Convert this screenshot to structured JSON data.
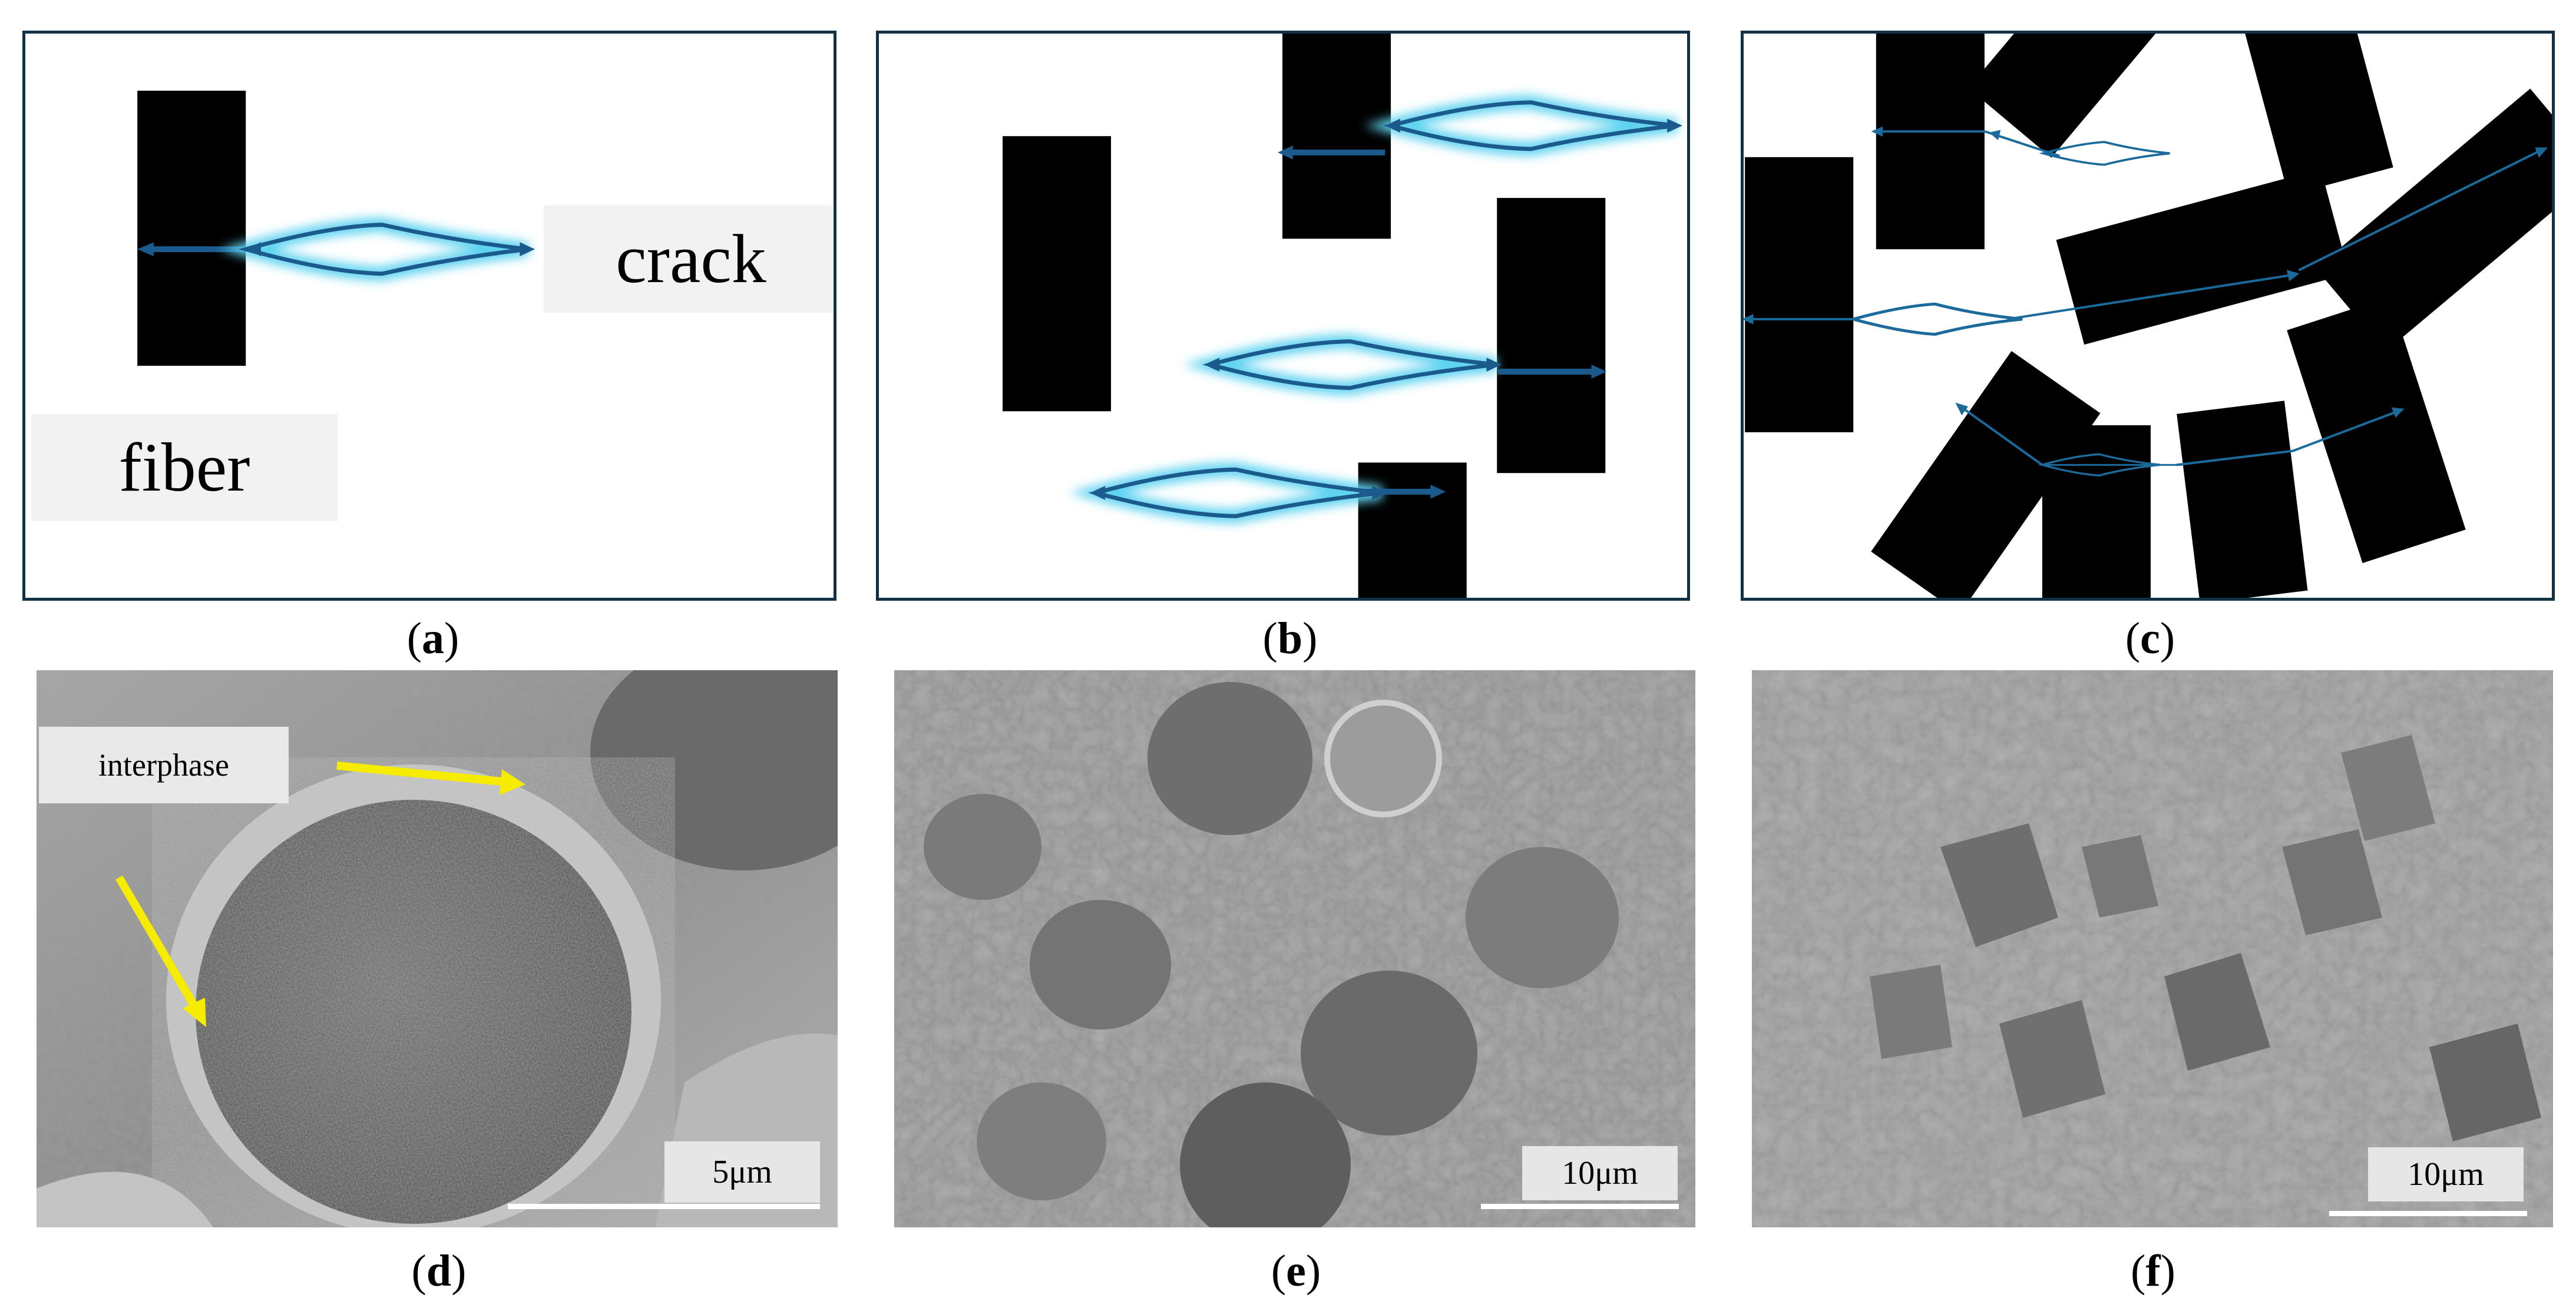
{
  "panels": {
    "a": {
      "caption_open": "(",
      "caption_letter": "a",
      "caption_close": ")",
      "label_crack": "crack",
      "label_fiber": "fiber"
    },
    "b": {
      "caption_open": "(",
      "caption_letter": "b",
      "caption_close": ")"
    },
    "c": {
      "caption_open": "(",
      "caption_letter": "c",
      "caption_close": ")"
    },
    "d": {
      "caption_open": "(",
      "caption_letter": "d",
      "caption_close": ")",
      "label_interphase": "interphase",
      "scale_text": "5μm"
    },
    "e": {
      "caption_open": "(",
      "caption_letter": "e",
      "caption_close": ")",
      "scale_text": "10μm"
    },
    "f": {
      "caption_open": "(",
      "caption_letter": "f",
      "caption_close": ")",
      "scale_text": "10μm"
    }
  },
  "colors": {
    "frame": "#123046",
    "fiber": "#000000",
    "crack_stroke": "#1a5a8c",
    "crack_glow": "#5fd3f0",
    "arrow_dark": "#1a5a8c",
    "annotation_arrow": "#f5ec00"
  }
}
